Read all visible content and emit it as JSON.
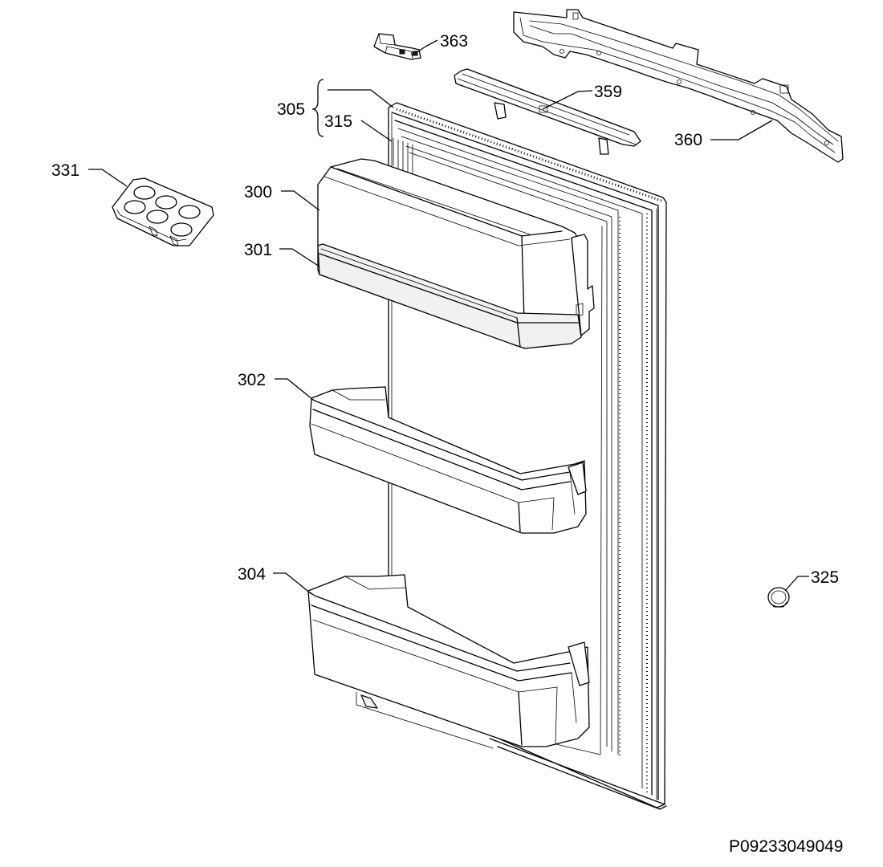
{
  "drawing_id": "P09233049049",
  "callouts": {
    "c300": "300",
    "c301": "301",
    "c302": "302",
    "c304": "304",
    "c305": "305",
    "c315": "315",
    "c325": "325",
    "c331": "331",
    "c359": "359",
    "c360": "360",
    "c363": "363"
  },
  "parts": [
    {
      "ref": "300",
      "icon": "door-shelf-lid"
    },
    {
      "ref": "301",
      "icon": "dairy-compartment"
    },
    {
      "ref": "302",
      "icon": "door-balcony-shelf"
    },
    {
      "ref": "304",
      "icon": "bottle-shelf"
    },
    {
      "ref": "305",
      "icon": "door-panel-assembly"
    },
    {
      "ref": "315",
      "icon": "door-gasket"
    },
    {
      "ref": "325",
      "icon": "cover-cap"
    },
    {
      "ref": "331",
      "icon": "egg-tray"
    },
    {
      "ref": "359",
      "icon": "handle-strip"
    },
    {
      "ref": "360",
      "icon": "hinge-rail"
    },
    {
      "ref": "363",
      "icon": "bracket-clip"
    }
  ]
}
